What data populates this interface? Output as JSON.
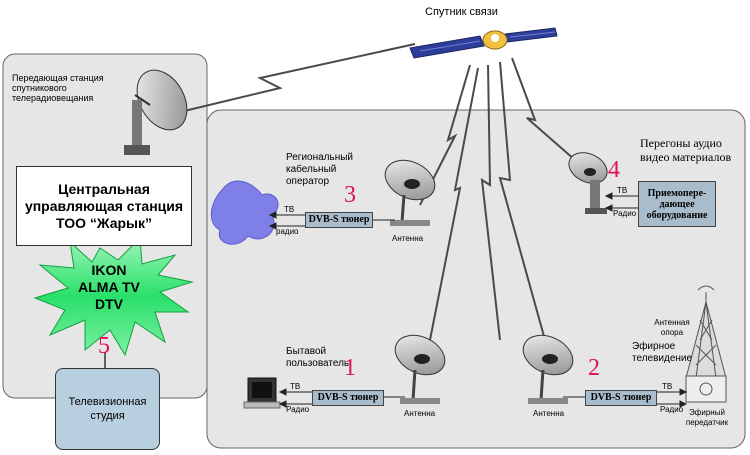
{
  "satellite_label": "Спутник связи",
  "uplink_station": {
    "label": "Передающая станция спутникового телерадиовещания",
    "center_box": "Центральная управляющая станция ТОО “Жарык”",
    "providers": "IKON ALMA TV DTV",
    "number": "5",
    "studio": "Телевизионная студия"
  },
  "cable_operator": {
    "label": "Региональный кабельный оператор",
    "number": "3",
    "tuner": "DVB-S тюнер",
    "tv": "ТВ",
    "radio": "радио",
    "antenna": "Антенна"
  },
  "audio_video": {
    "label": "Перегоны аудио видео материалов",
    "number": "4",
    "equipment": "Приемопере-дающее оборудование",
    "tv": "ТВ",
    "radio": "Радио"
  },
  "home_user": {
    "label": "Бытавой пользователь",
    "number": "1",
    "tuner": "DVB-S тюнер",
    "tv": "ТВ",
    "radio": "Радио",
    "antenna": "Антенна"
  },
  "terrestrial": {
    "label": "Эфирное телевидение",
    "number": "2",
    "tuner": "DVB-S тюнер",
    "tv": "ТВ",
    "radio": "Радио",
    "antenna": "Антенна",
    "tower_label": "Антенная опора",
    "transmitter": "Эфирный передатчик"
  },
  "colors": {
    "panel": "#e6e6e6",
    "number": "#e0105a",
    "tuner": "#a9bccb",
    "burst": "#29e06a",
    "cable_blob": "#7f7fe8",
    "studio": "#b8cfdf"
  }
}
